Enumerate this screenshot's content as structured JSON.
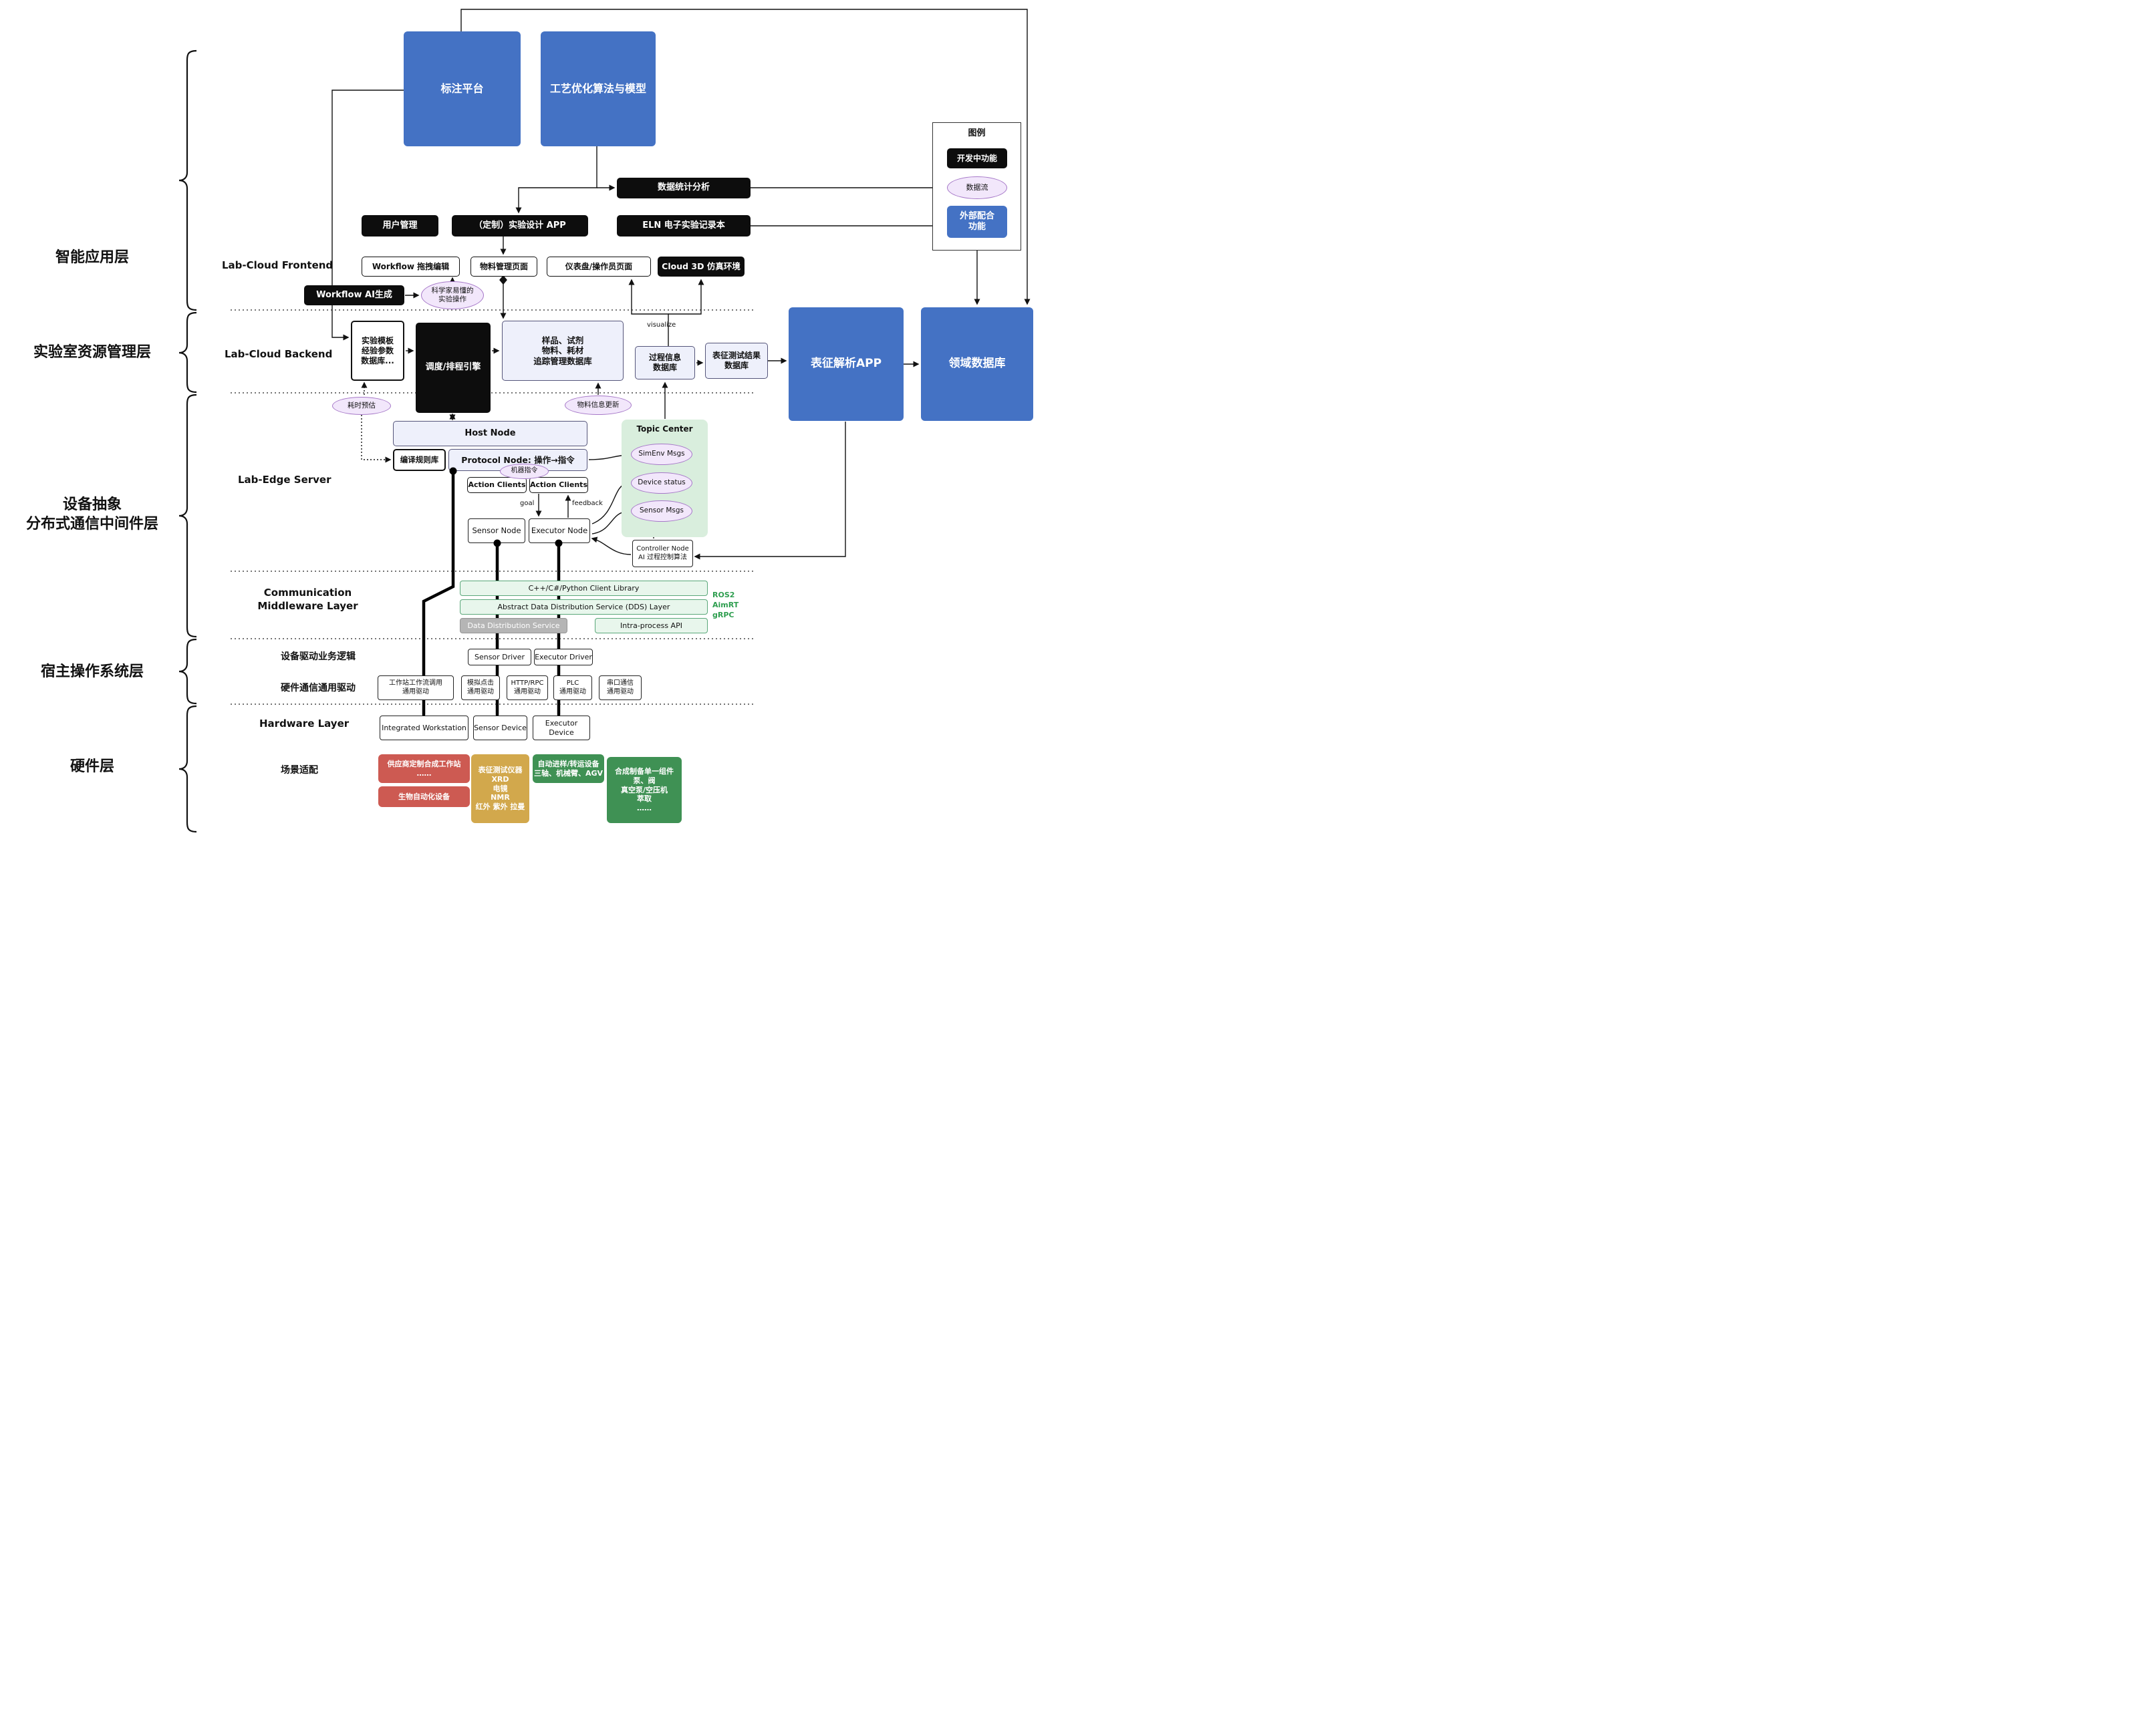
{
  "colors": {
    "external_blue": "#4472c4",
    "in_development_black": "#0d0d0d",
    "dataflow_purple": "#f2e7fb",
    "topic_center_green": "#d9eedd",
    "middleware_green": "#e8f6ec",
    "vendor_red": "#cd5a52",
    "instrument_gold": "#d2a84c",
    "equipment_green": "#3f9154"
  },
  "legend": {
    "title": "图例",
    "dev_label": "开发中功能",
    "flow_label": "数据流",
    "ext_label": "外部配合\n功能"
  },
  "left_layers": {
    "intelligent_app": "智能应用层",
    "lab_resource": "实验室资源管理层",
    "device_abstraction": "设备抽象\n分布式通信中间件层",
    "host_os": "宿主操作系统层",
    "hardware": "硬件层"
  },
  "section_labels": {
    "frontend": "Lab-Cloud Frontend",
    "backend": "Lab-Cloud Backend",
    "edge_server": "Lab-Edge Server",
    "middleware": "Communication\nMiddleware Layer",
    "driver_logic": "设备驱动业务逻辑",
    "hw_comm_driver": "硬件通信通用驱动",
    "hardware_layer": "Hardware Layer",
    "scene_adapt": "场景适配"
  },
  "nodes": {
    "annotation_platform": "标注平台",
    "process_optimization": "工艺优化算法与模型",
    "data_stats": "数据统计分析",
    "user_mgmt": "用户管理",
    "custom_exp_app": "（定制）实验设计 APP",
    "eln": "ELN 电子实验记录本",
    "workflow_drag": "Workflow 拖拽编辑",
    "material_page": "物料管理页面",
    "dashboard_page": "仪表盘/操作员页面",
    "cloud_3d": "Cloud 3D 仿真环境",
    "workflow_ai": "Workflow AI生成",
    "sci_friendly_ops": "科学家易懂的\n实验操作",
    "exp_template_db": "实验模板\n经验参数\n数据库...",
    "scheduler": "调度/排程引擎",
    "sample_db": "样品、试剂\n物料、耗材\n追踪管理数据库",
    "process_info_db": "过程信息\n数据库",
    "char_result_db": "表征测试结果\n数据库",
    "char_app": "表征解析APP",
    "domain_db": "领域数据库",
    "time_estimate": "耗时预估",
    "material_update": "物料信息更新",
    "host_node": "Host Node",
    "compile_rules": "编译规则库",
    "protocol_node": "Protocol Node: 操作→指令",
    "machine_cmd": "机器指令",
    "action_clients_left": "Action Clients",
    "action_clients_right": "Action Clients",
    "sensor_node": "Sensor Node",
    "executor_node": "Executor Node",
    "topic_center": "Topic Center",
    "simenv_msgs": "SimEnv Msgs",
    "device_status": "Device status",
    "sensor_msgs": "Sensor Msgs",
    "controller_node": "Controller Node\nAI 过程控制算法",
    "client_library": "C++/C#/Python Client Library",
    "dds_abstract": "Abstract Data Distribution Service (DDS) Layer",
    "dds_service": "Data Distribution Service",
    "intra_process": "Intra-process API",
    "sensor_driver": "Sensor Driver",
    "executor_driver": "Executor Driver",
    "ws_flow_driver": "工作站工作流调用\n通用驱动",
    "sim_click_driver": "模拟点击\n通用驱动",
    "http_driver": "HTTP/RPC\n通用驱动",
    "plc_driver": "PLC\n通用驱动",
    "serial_driver": "串口通信\n通用驱动",
    "integrated_ws": "Integrated Workstation",
    "sensor_device": "Sensor Device",
    "executor_device": "Executor Device",
    "vendor_ws": "供应商定制合成工作站\n……",
    "bio_auto": "生物自动化设备",
    "char_instruments": "表征测试仪器\nXRD\n电镜\nNMR\n红外 紫外 拉曼",
    "transfer_equipment": "自动进样/转运设备\n三轴、机械臂、AGV",
    "synthesis_components": "合成制备单一组件\n泵、阀\n真空泵/空压机\n萃取\n……"
  },
  "annotations": {
    "visualize": "visualize",
    "goal": "goal",
    "feedback": "feedback",
    "ros_stack": "ROS2\nAimRT\ngRPC"
  }
}
